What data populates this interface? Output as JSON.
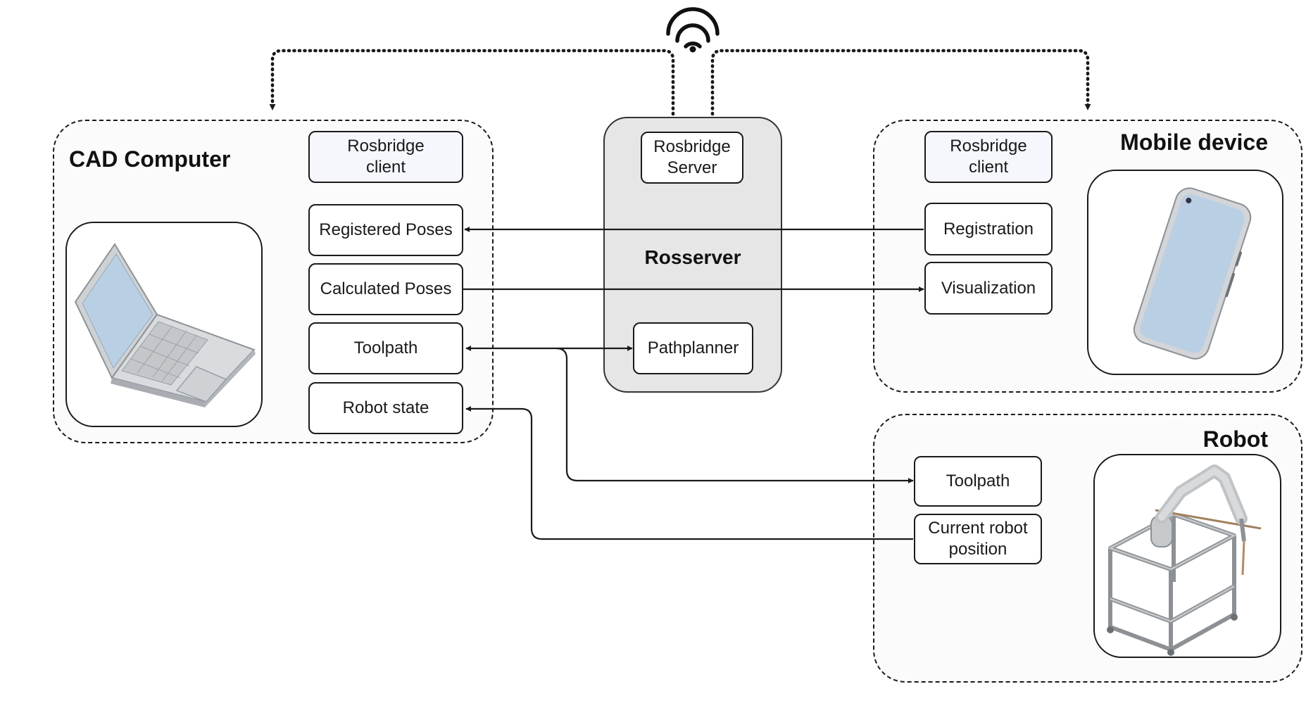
{
  "colors": {
    "line": "#1a1a1a",
    "server_fill": "#e6e6e6",
    "screen_blue": "#b9cfe4",
    "client_fill": "#f5f7fd"
  },
  "icons": {
    "wireless": "wifi-icon",
    "cad_device": "laptop-icon",
    "mobile_device": "smartphone-icon",
    "robot_device": "robot-arm-gantry-icon"
  },
  "cad_computer": {
    "title": "CAD Computer",
    "rosbridge_client": [
      "Rosbridge",
      "client"
    ],
    "registered_poses": "Registered Poses",
    "calculated_poses": "Calculated Poses",
    "toolpath": "Toolpath",
    "robot_state": "Robot state"
  },
  "rosserver": {
    "title": "Rosserver",
    "rosbridge_server": [
      "Rosbridge",
      "Server"
    ],
    "pathplanner": "Pathplanner"
  },
  "mobile_device": {
    "title": "Mobile device",
    "rosbridge_client": [
      "Rosbridge",
      "client"
    ],
    "registration": "Registration",
    "visualization": "Visualization"
  },
  "robot": {
    "title": "Robot",
    "toolpath": "Toolpath",
    "current_robot_position": [
      "Current robot",
      "position"
    ]
  }
}
